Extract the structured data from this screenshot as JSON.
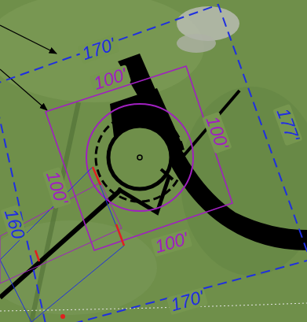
{
  "diagram": {
    "labels": [
      "170'",
      "100'",
      "100'",
      "177'",
      "100'",
      "160",
      "100'",
      "170'"
    ]
  }
}
